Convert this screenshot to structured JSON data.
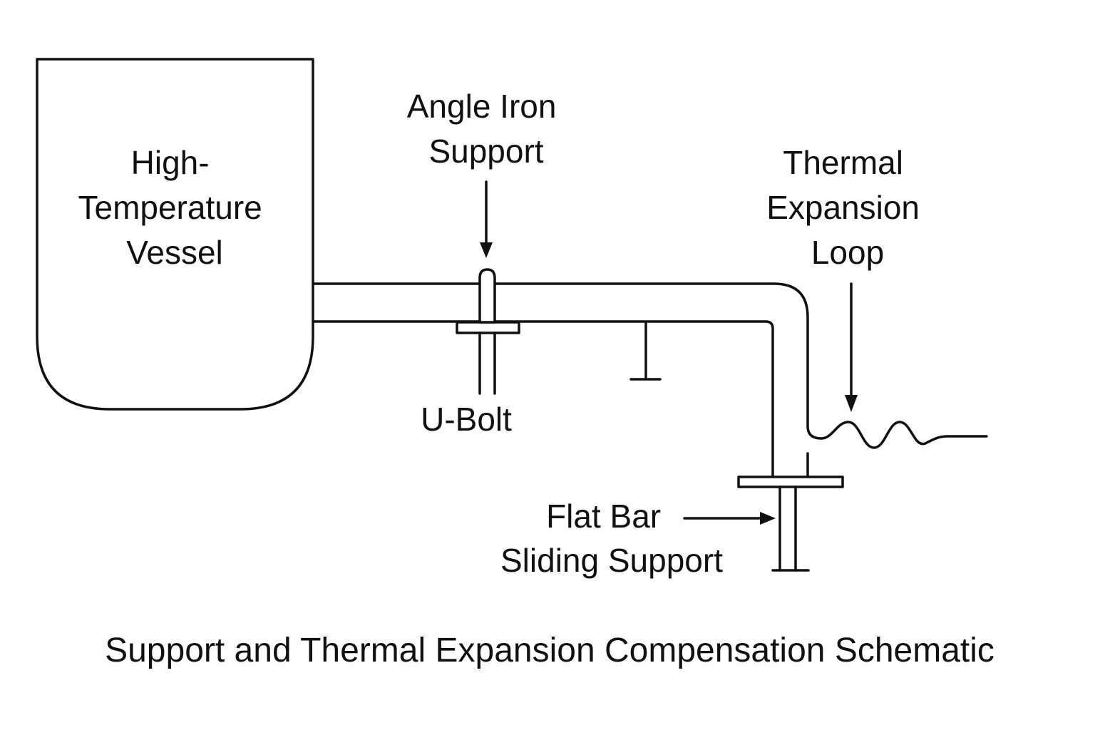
{
  "title": "Support and Thermal Expansion Compensation Schematic",
  "labels": {
    "vessel": [
      "High-",
      "Temperature",
      "Vessel"
    ],
    "angle_iron": [
      "Angle Iron",
      "Support"
    ],
    "thermal_loop": [
      "Thermal",
      "Expansion",
      "Loop"
    ],
    "u_bolt": "U-Bolt",
    "flat_bar": [
      "Flat Bar",
      "Sliding Support"
    ]
  },
  "colors": {
    "line": "#111111",
    "background": "#ffffff"
  }
}
